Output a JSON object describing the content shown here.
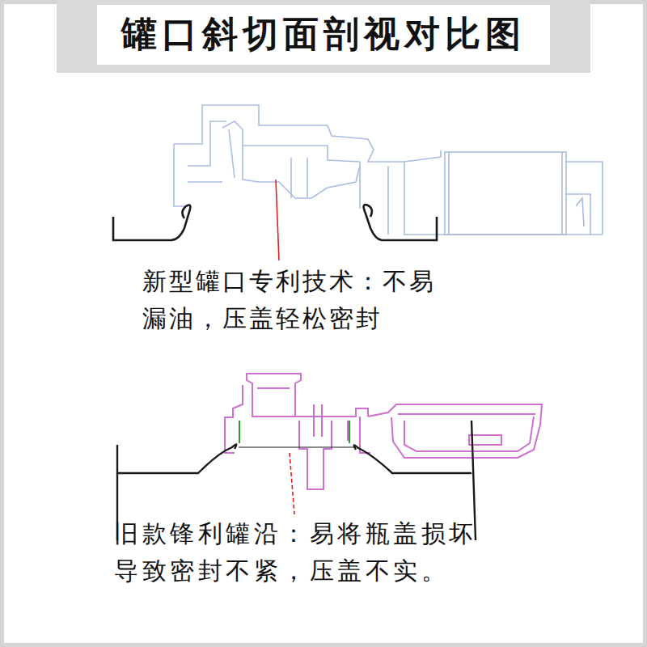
{
  "diagram": {
    "title": "罐口斜切面剖视对比图",
    "labels": [
      "新型罐口专利技术：不易 漏油，压盖轻松密封",
      "旧款锋利罐沿：易将瓶盖损坏 导致密封不紧，压盖不实。"
    ]
  }
}
